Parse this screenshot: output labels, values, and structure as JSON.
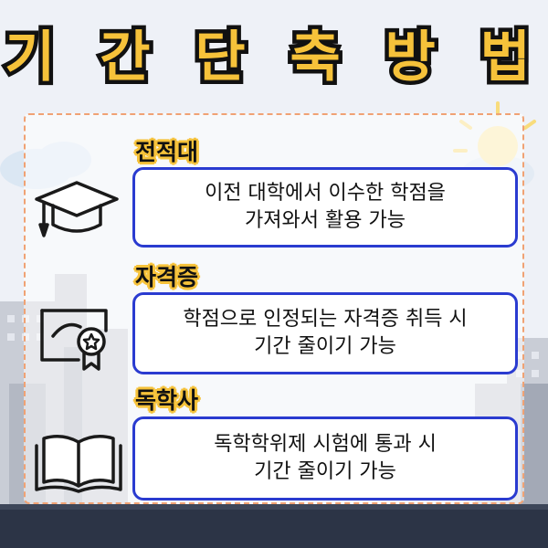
{
  "title": "기 간 단 축 방 법",
  "items": [
    {
      "label": "전적대",
      "icon": "graduation-cap-icon",
      "lines": [
        "이전 대학에서 이수한 학점을",
        "가져와서 활용 가능"
      ]
    },
    {
      "label": "자격증",
      "icon": "certificate-icon",
      "lines": [
        "학점으로 인정되는 자격증 취득 시",
        "기간 줄이기 가능"
      ]
    },
    {
      "label": "독학사",
      "icon": "open-book-icon",
      "lines": [
        "독학학위제 시험에 통과 시",
        "기간 줄이기 가능"
      ]
    }
  ],
  "colors": {
    "title_fill": "#f6c23a",
    "title_stroke": "#111111",
    "box_border": "#2a3bd0",
    "panel_border": "#f0a274",
    "label_highlight": "#f6c23a"
  }
}
